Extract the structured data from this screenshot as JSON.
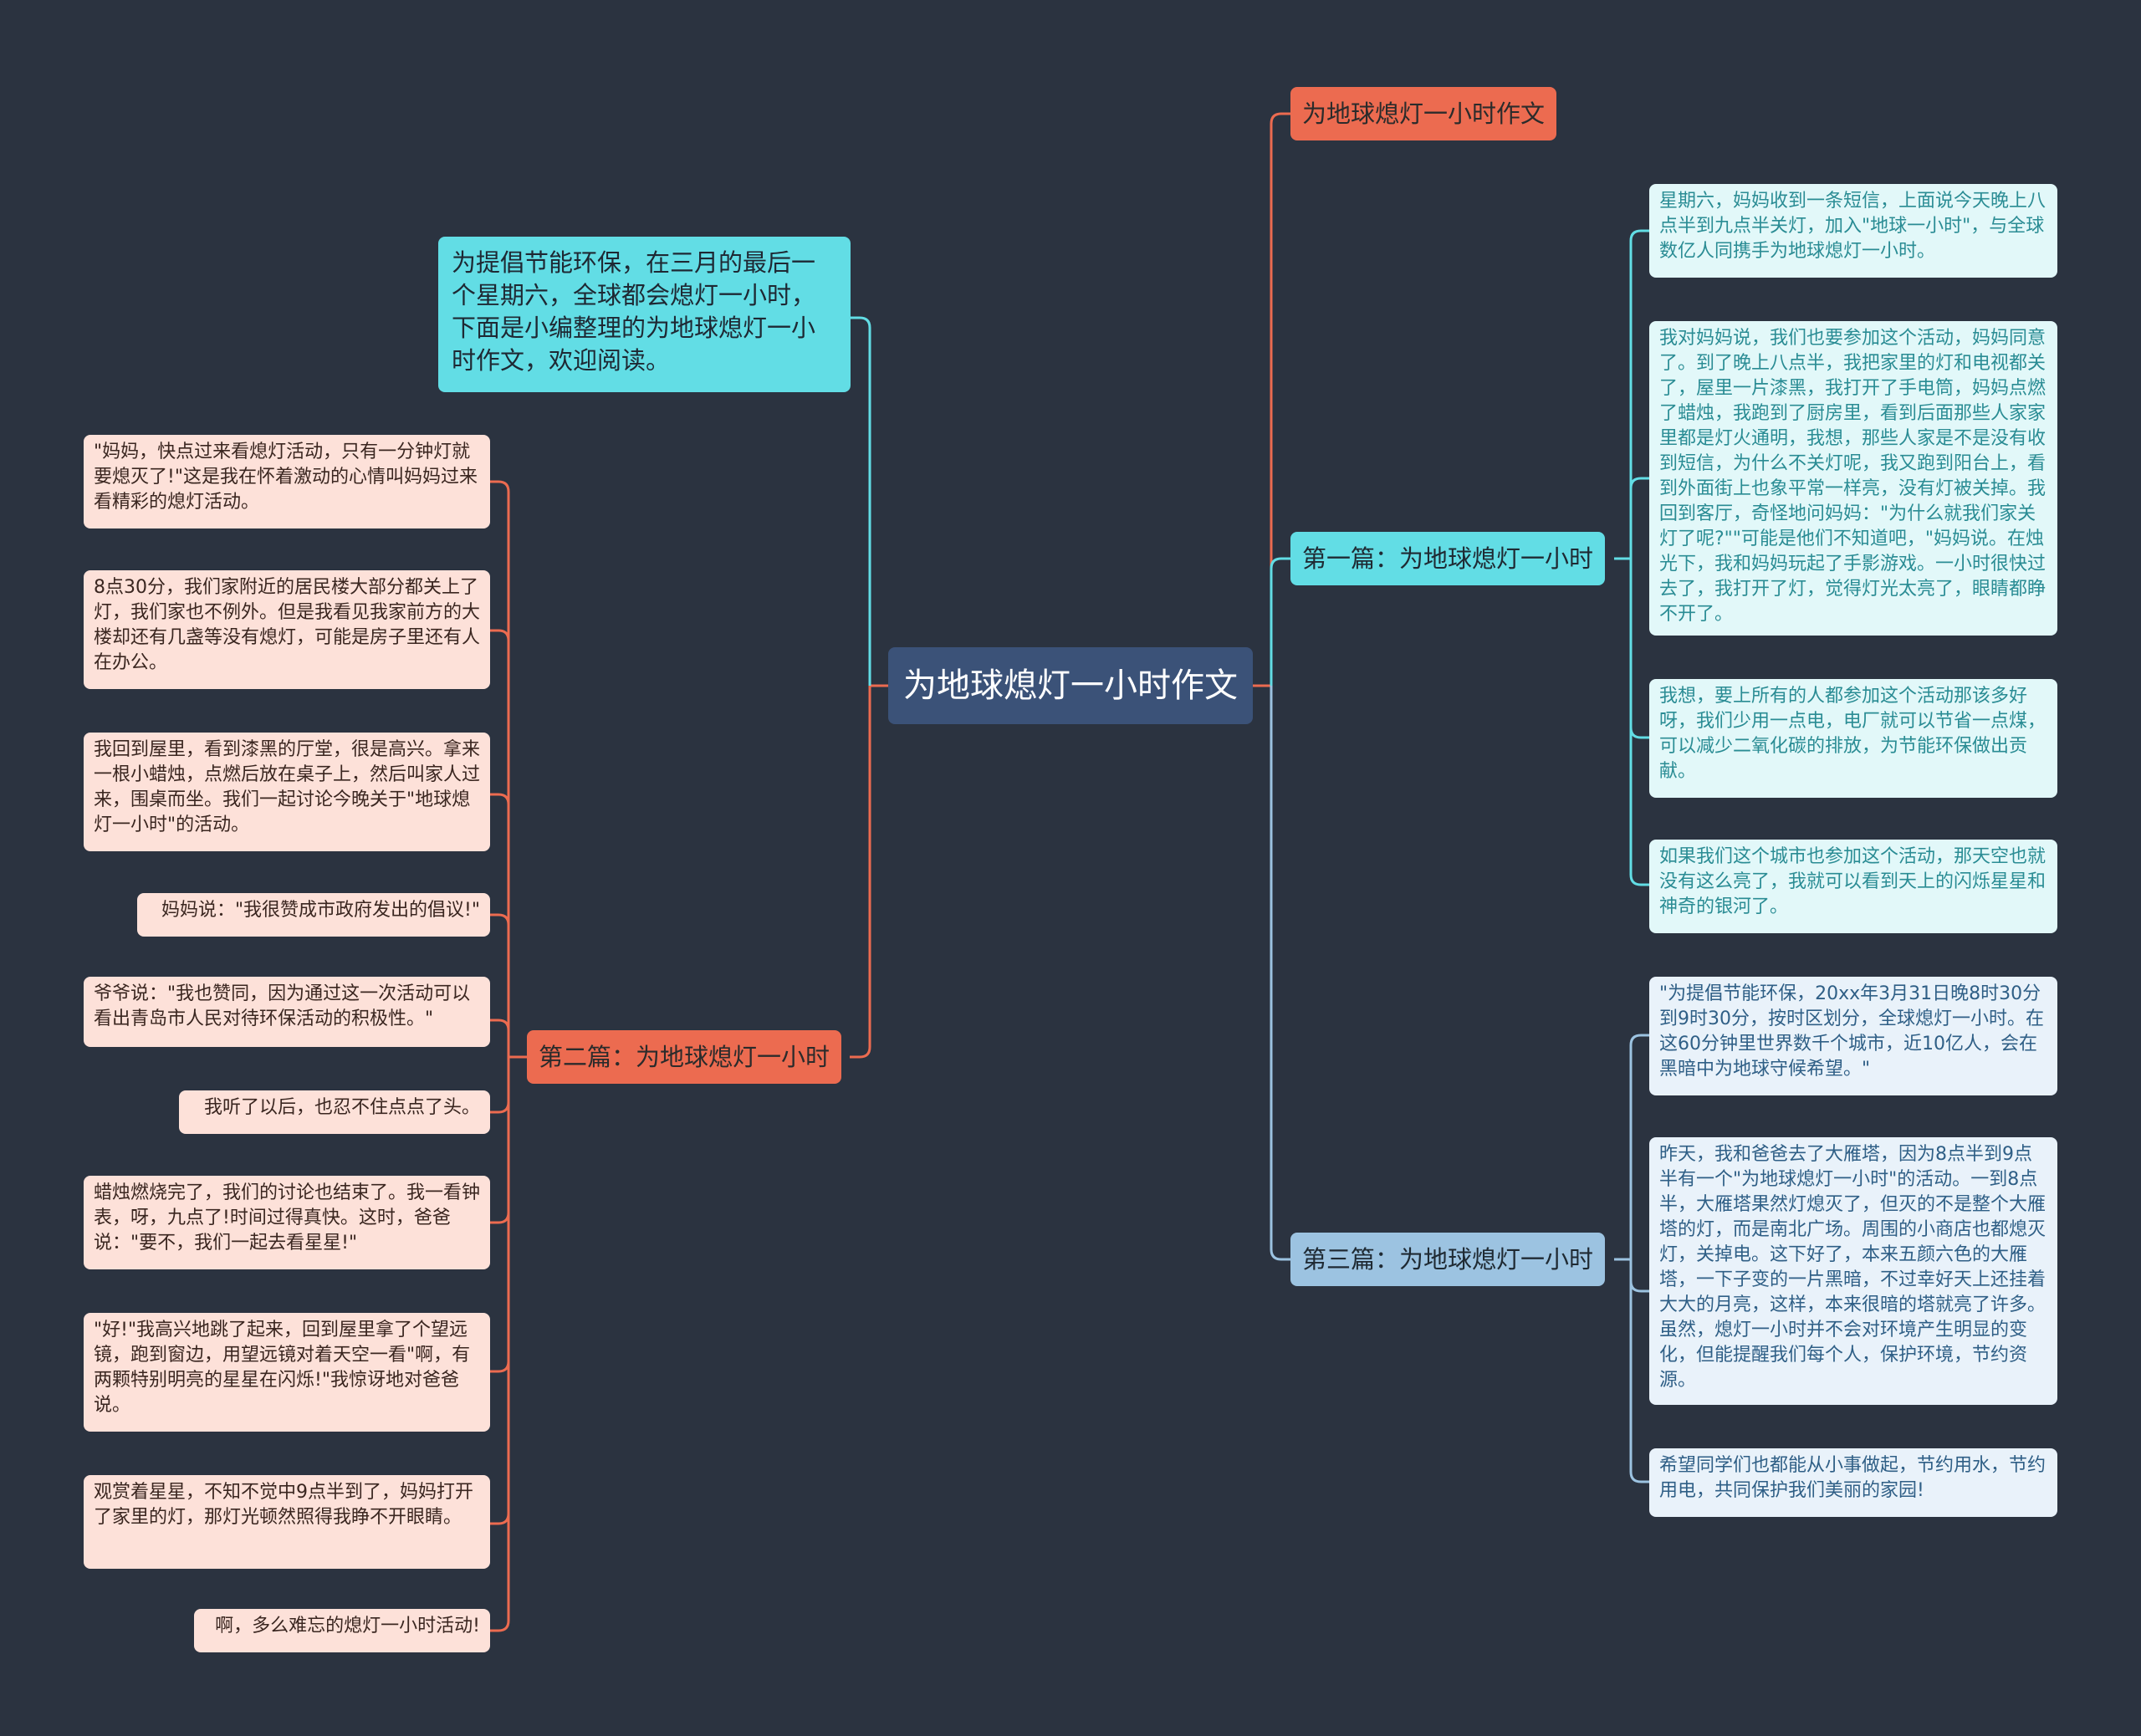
{
  "colors": {
    "background": "#2b3340",
    "center": "#3b5278",
    "branch_red": "#ec6b50",
    "branch_cyan": "#62dde5",
    "branch_blue": "#9cc3e1",
    "leaf_left": "#fde1d9",
    "leaf_right_cyan": "#e2f8f9",
    "leaf_right_blue": "#e9f2fa"
  },
  "center": "为地球熄灯一小时作文",
  "top_branch": "为地球熄灯一小时作文",
  "intro": "为提倡节能环保，在三月的最后一个星期六，全球都会熄灯一小时，下面是小编整理的为地球熄灯一小时作文，欢迎阅读。",
  "branch1": {
    "label": "第一篇：为地球熄灯一小时",
    "leaves": [
      "星期六，妈妈收到一条短信，上面说今天晚上八点半到九点半关灯，加入\"地球一小时\"，与全球数亿人同携手为地球熄灯一小时。",
      "我对妈妈说，我们也要参加这个活动，妈妈同意了。到了晚上八点半，我把家里的灯和电视都关了，屋里一片漆黑，我打开了手电筒，妈妈点燃了蜡烛，我跑到了厨房里，看到后面那些人家家里都是灯火通明，我想，那些人家是不是没有收到短信，为什么不关灯呢，我又跑到阳台上，看到外面街上也象平常一样亮，没有灯被关掉。我回到客厅，奇怪地问妈妈：\"为什么就我们家关灯了呢?\"\"可能是他们不知道吧，\"妈妈说。在烛光下，我和妈妈玩起了手影游戏。一小时很快过去了，我打开了灯，觉得灯光太亮了，眼睛都睁不开了。",
      "我想，要上所有的人都参加这个活动那该多好呀，我们少用一点电，电厂就可以节省一点煤，可以减少二氧化碳的排放，为节能环保做出贡献。",
      "如果我们这个城市也参加这个活动，那天空也就没有这么亮了，我就可以看到天上的闪烁星星和神奇的银河了。"
    ]
  },
  "branch2": {
    "label": "第二篇：为地球熄灯一小时",
    "leaves": [
      "\"妈妈，快点过来看熄灯活动，只有一分钟灯就要熄灭了!\"这是我在怀着激动的心情叫妈妈过来看精彩的熄灯活动。",
      "8点30分，我们家附近的居民楼大部分都关上了灯，我们家也不例外。但是我看见我家前方的大楼却还有几盏等没有熄灯，可能是房子里还有人在办公。",
      "我回到屋里，看到漆黑的厅堂，很是高兴。拿来一根小蜡烛，点燃后放在桌子上，然后叫家人过来，围桌而坐。我们一起讨论今晚关于\"地球熄灯一小时\"的活动。",
      "妈妈说：\"我很赞成市政府发出的倡议!\"",
      "爷爷说：\"我也赞同，因为通过这一次活动可以看出青岛市人民对待环保活动的积极性。\"",
      "我听了以后，也忍不住点点了头。",
      "蜡烛燃烧完了，我们的讨论也结束了。我一看钟表，呀，九点了!时间过得真快。这时，爸爸说：\"要不，我们一起去看星星!\"",
      "\"好!\"我高兴地跳了起来，回到屋里拿了个望远镜，跑到窗边，用望远镜对着天空一看\"啊，有两颗特别明亮的星星在闪烁!\"我惊讶地对爸爸说。",
      "观赏着星星，不知不觉中9点半到了，妈妈打开了家里的灯，那灯光顿然照得我睁不开眼睛。",
      "啊，多么难忘的熄灯一小时活动!"
    ]
  },
  "branch3": {
    "label": "第三篇：为地球熄灯一小时",
    "leaves": [
      "\"为提倡节能环保，20xx年3月31日晚8时30分到9时30分，按时区划分，全球熄灯一小时。在这60分钟里世界数千个城市，近10亿人，会在黑暗中为地球守候希望。\"",
      "昨天，我和爸爸去了大雁塔，因为8点半到9点半有一个\"为地球熄灯一小时\"的活动。一到8点半，大雁塔果然灯熄灭了，但灭的不是整个大雁塔的灯，而是南北广场。周围的小商店也都熄灭灯，关掉电。这下好了，本来五颜六色的大雁塔，一下子变的一片黑暗，不过幸好天上还挂着大大的月亮，这样，本来很暗的塔就亮了许多。虽然，熄灯一小时并不会对环境产生明显的变化，但能提醒我们每个人，保护环境，节约资源。",
      "希望同学们也都能从小事做起，节约用水，节约用电，共同保护我们美丽的家园!"
    ]
  }
}
